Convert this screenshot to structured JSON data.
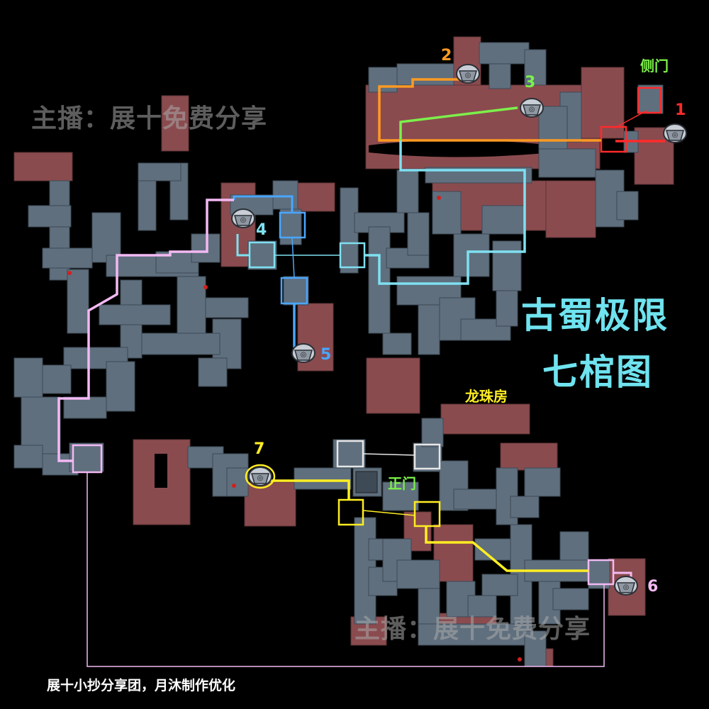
{
  "map": {
    "title_line1": "古蜀极限",
    "title_line2": "七棺图",
    "watermark": "主播：展十免费分享",
    "credit": "展十小抄分享团，月沐制作优化",
    "places": {
      "side_door": "侧门",
      "main_door": "正门",
      "dragon_pearl_room": "龙珠房"
    },
    "coffins": [
      {
        "number": "1",
        "color": "#ff2a2a"
      },
      {
        "number": "2",
        "color": "#ff9a22"
      },
      {
        "number": "3",
        "color": "#7cf04a"
      },
      {
        "number": "4",
        "color": "#7fe0f0"
      },
      {
        "number": "5",
        "color": "#4aa6ff"
      },
      {
        "number": "6",
        "color": "#f3b9f3"
      },
      {
        "number": "7",
        "color": "#ffee22"
      }
    ],
    "colors": {
      "corridor": "#5f6f7e",
      "room": "#8a4b4f",
      "background": "#000000",
      "title": "#6fe3ef",
      "side_door_label": "#7cf04a",
      "main_door_label": "#7cf04a",
      "dragon_room_label": "#ffee22"
    }
  }
}
